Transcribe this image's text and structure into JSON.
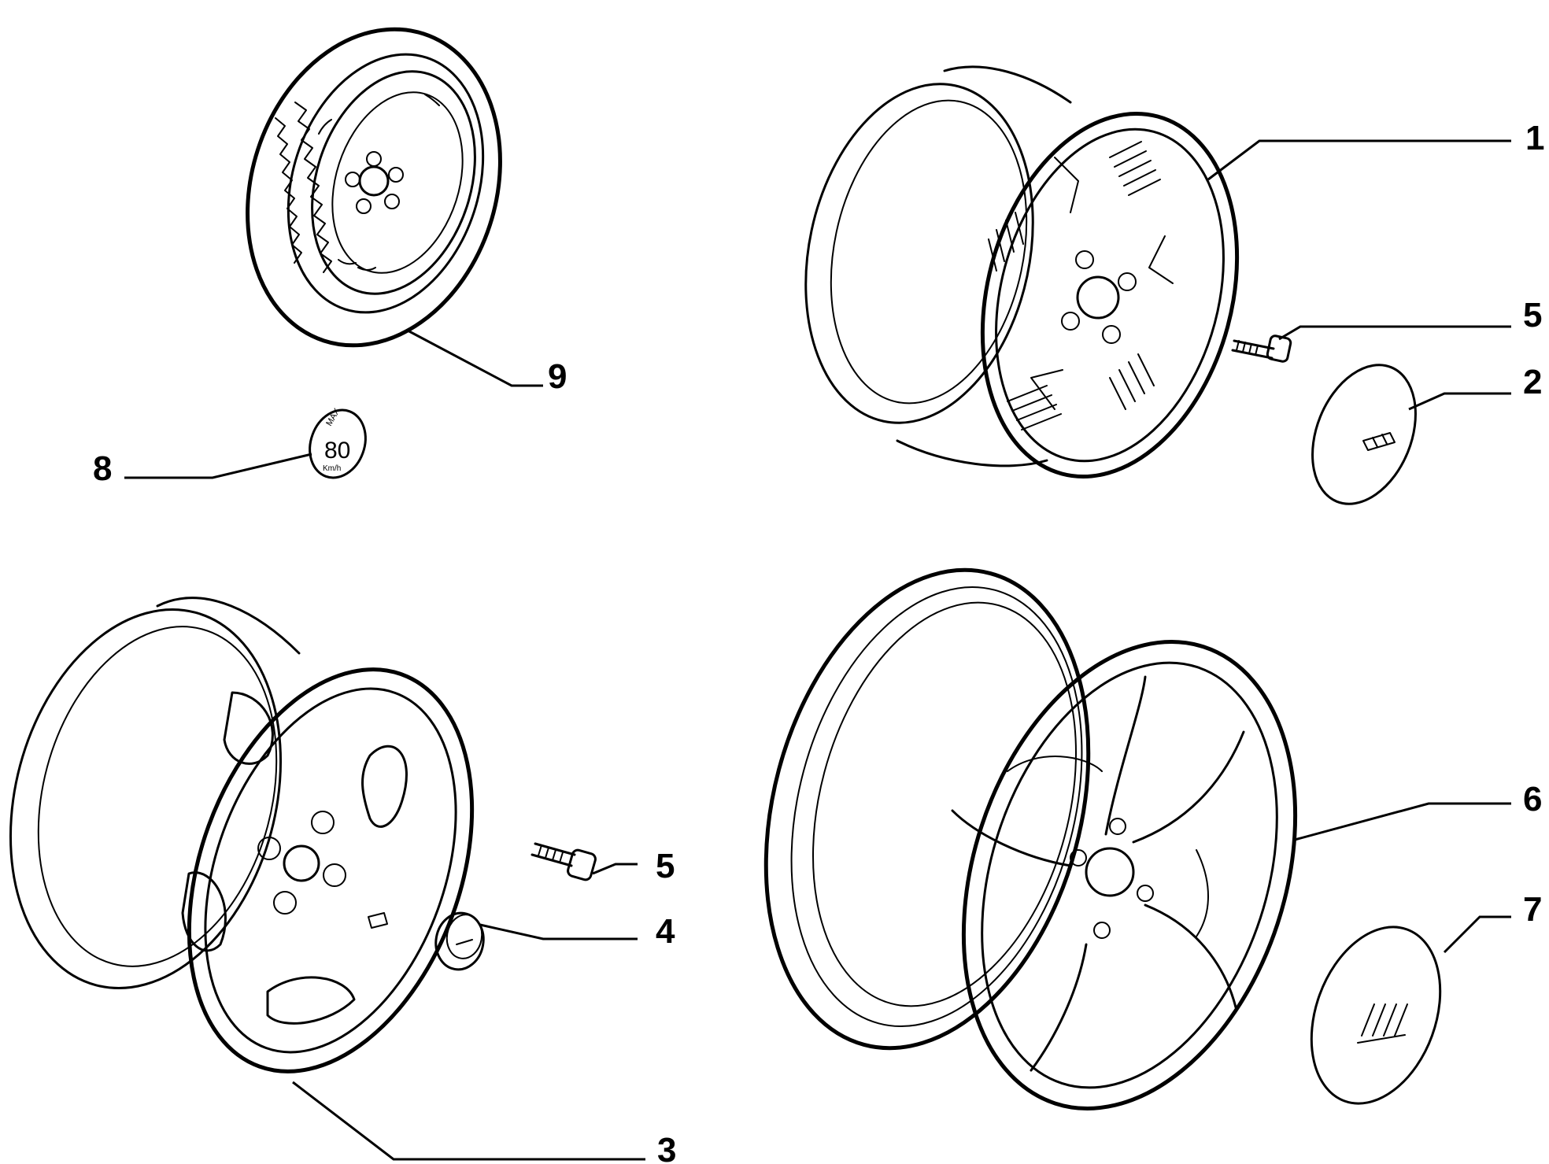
{
  "callouts": {
    "c1": "1",
    "c2": "2",
    "c3": "3",
    "c4": "4",
    "c5a": "5",
    "c5b": "5",
    "c6": "6",
    "c7": "7",
    "c8": "8",
    "c9": "9"
  },
  "speed_badge": {
    "top": "MAX",
    "value": "80",
    "unit": "Km/h"
  },
  "colors": {
    "ink": "#000000",
    "paper": "#ffffff"
  }
}
